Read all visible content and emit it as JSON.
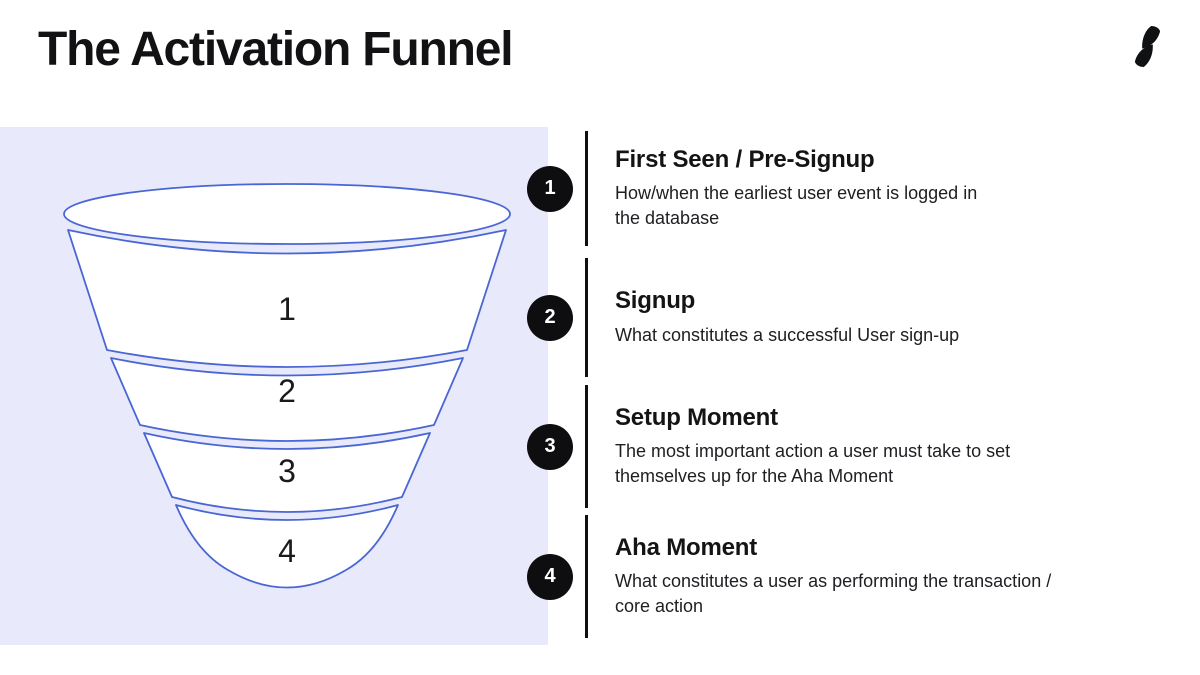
{
  "header": {
    "title": "The Activation Funnel",
    "logo_icon": "reforge-swoosh-logomark",
    "logo_color": "#101112"
  },
  "funnel": {
    "panel_bg": "#e8eafb",
    "stroke_color": "#4a66d4",
    "fill_color": "#ffffff",
    "segments": [
      "1",
      "2",
      "3",
      "4"
    ]
  },
  "steps": [
    {
      "number": "1",
      "title": "First Seen / Pre-Signup",
      "desc_lines": [
        "How/when the earliest user event is logged in",
        "the database"
      ]
    },
    {
      "number": "2",
      "title": "Signup",
      "desc_lines": [
        "What constitutes a successful User sign-up"
      ]
    },
    {
      "number": "3",
      "title": "Setup Moment",
      "desc_lines": [
        "The most important action a user must take to set",
        "themselves up for the Aha Moment"
      ]
    },
    {
      "number": "4",
      "title": "Aha Moment",
      "desc_lines": [
        "What constitutes a user as performing the transaction /",
        "core action"
      ]
    }
  ]
}
